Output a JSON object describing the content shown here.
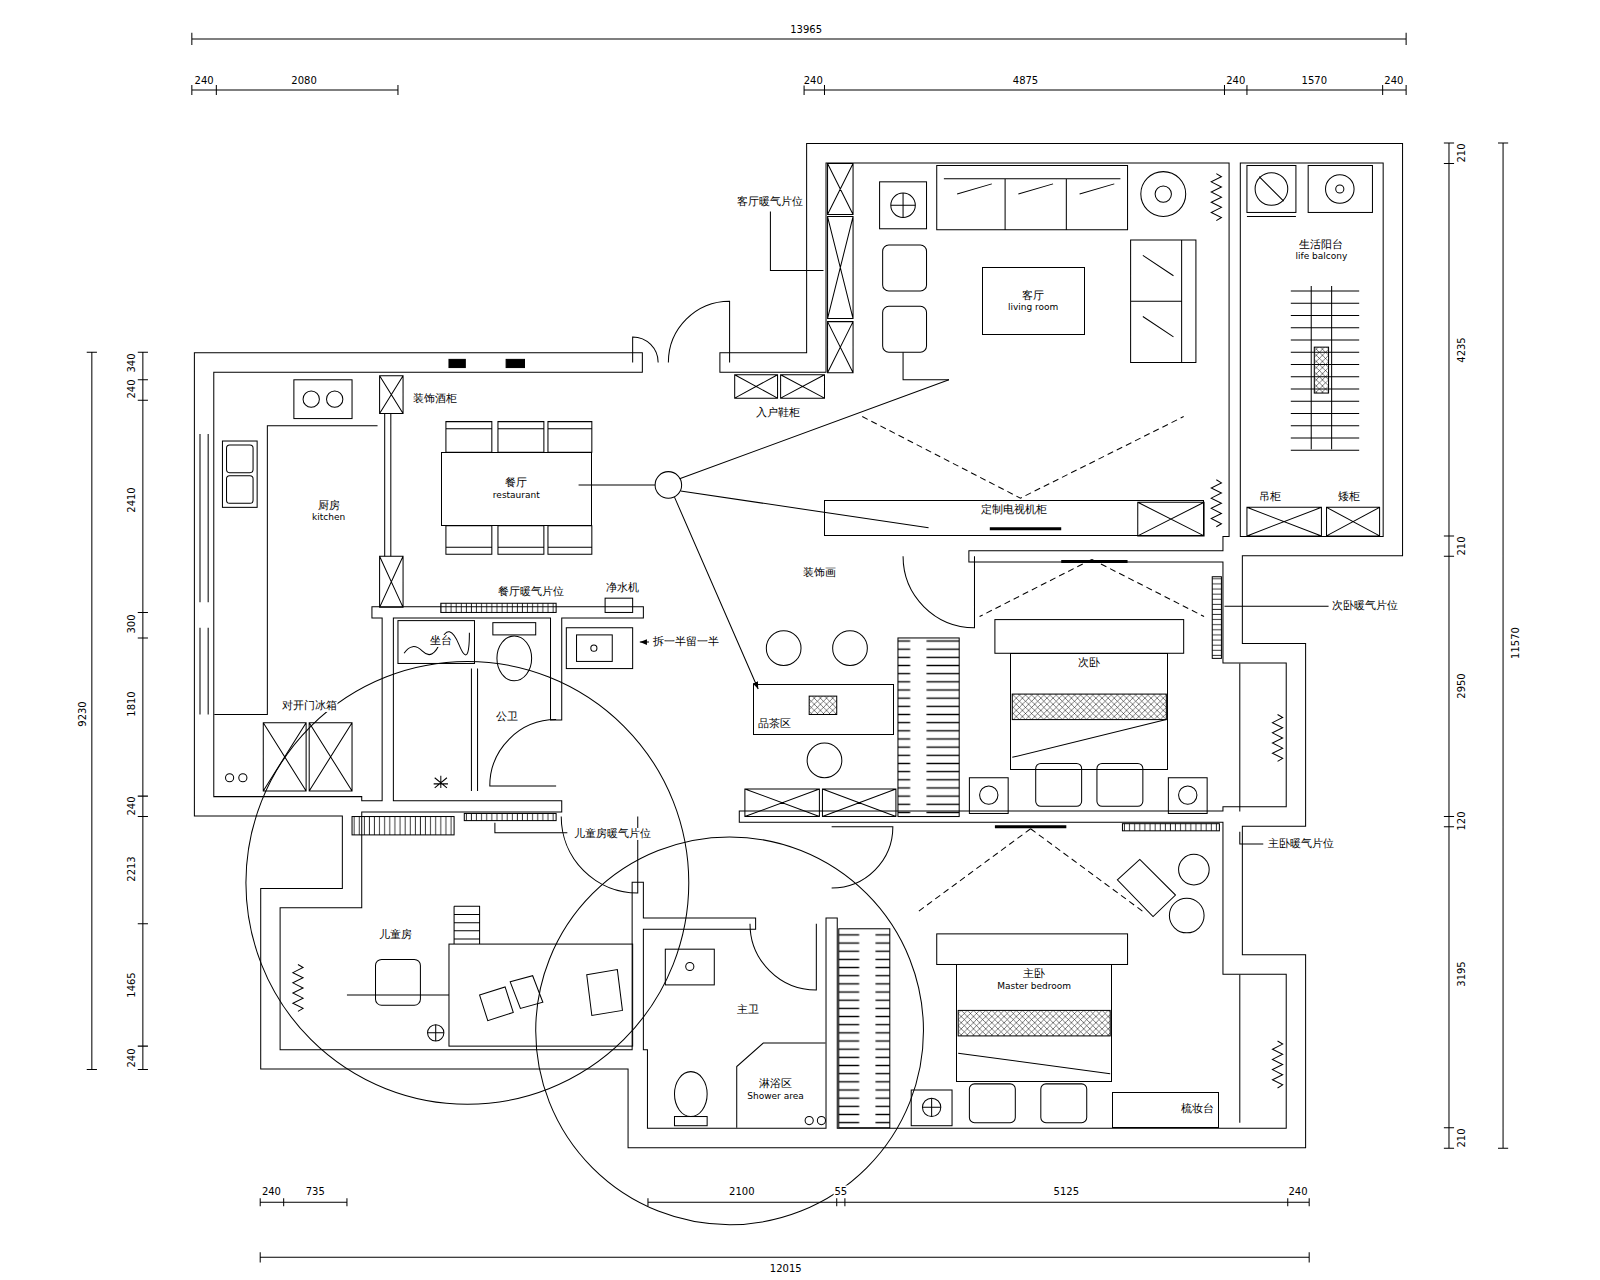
{
  "diagram": {
    "nodes": [
      {
        "text": [
          "客厅",
          "living room"
        ]
      },
      {
        "text": [
          "餐厅",
          "restaurant"
        ]
      },
      {
        "text": [
          "定制电视机柜"
        ]
      },
      {
        "text": [
          "次卧"
        ]
      },
      {
        "text": [
          "品茶区"
        ]
      },
      {
        "text": [
          "主卧",
          "Master bedroom"
        ]
      },
      {
        "text": [
          "梳妆台"
        ]
      }
    ],
    "labels": [
      "13965",
      "240",
      "2080",
      "240",
      "4875",
      "240",
      "1570",
      "240",
      "210",
      "4235",
      "210",
      "2950",
      "120",
      "3195",
      "210",
      "11570",
      "340",
      "240",
      "2410",
      "300",
      "1810",
      "240",
      "2213",
      "1465",
      "240",
      "9230",
      "240",
      "735",
      "2100",
      "55",
      "5125",
      "240",
      "12015",
      "客厅暖气片位",
      "入户鞋柜",
      "生活阳台",
      "life balcony",
      "吊柜",
      "矮柜",
      "装饰酒柜",
      "厨房",
      "kitchen",
      "餐厅暖气片位",
      "净水机",
      "拆一半留一半",
      "坐台",
      "公卫",
      "对开门冰箱",
      "儿童房暖气片位",
      "装饰画",
      "次卧暖气片位",
      "主卧暖气片位",
      "儿童房",
      "主卫",
      "淋浴区",
      "Shower area"
    ]
  }
}
